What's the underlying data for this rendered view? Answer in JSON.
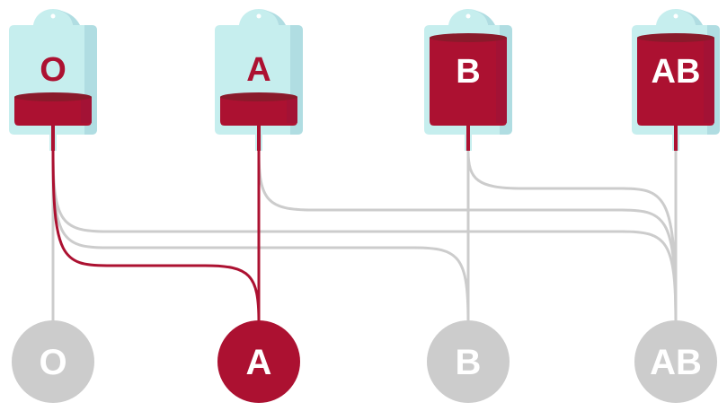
{
  "title": "Blood type compatibility",
  "colors": {
    "blood": "#ac1131",
    "blood_dark": "#8a1a2b",
    "blood_side": "#9c1438",
    "bag": "#c6eeee",
    "bag_shade": "#b0dde2",
    "inactive": "#cccccc",
    "label_light": "#ffffff"
  },
  "donors": [
    {
      "label": "O",
      "fill": "partial"
    },
    {
      "label": "A",
      "fill": "partial"
    },
    {
      "label": "B",
      "fill": "full"
    },
    {
      "label": "AB",
      "fill": "full"
    }
  ],
  "recipients": [
    {
      "label": "O",
      "highlighted": false
    },
    {
      "label": "A",
      "highlighted": true
    },
    {
      "label": "B",
      "highlighted": false
    },
    {
      "label": "AB",
      "highlighted": false
    }
  ],
  "connections": [
    {
      "from": "O",
      "to": "O",
      "highlighted": false
    },
    {
      "from": "O",
      "to": "A",
      "highlighted": true
    },
    {
      "from": "O",
      "to": "B",
      "highlighted": false
    },
    {
      "from": "O",
      "to": "AB",
      "highlighted": false
    },
    {
      "from": "A",
      "to": "A",
      "highlighted": true
    },
    {
      "from": "A",
      "to": "AB",
      "highlighted": false
    },
    {
      "from": "B",
      "to": "B",
      "highlighted": false
    },
    {
      "from": "B",
      "to": "AB",
      "highlighted": false
    },
    {
      "from": "AB",
      "to": "AB",
      "highlighted": false
    }
  ]
}
